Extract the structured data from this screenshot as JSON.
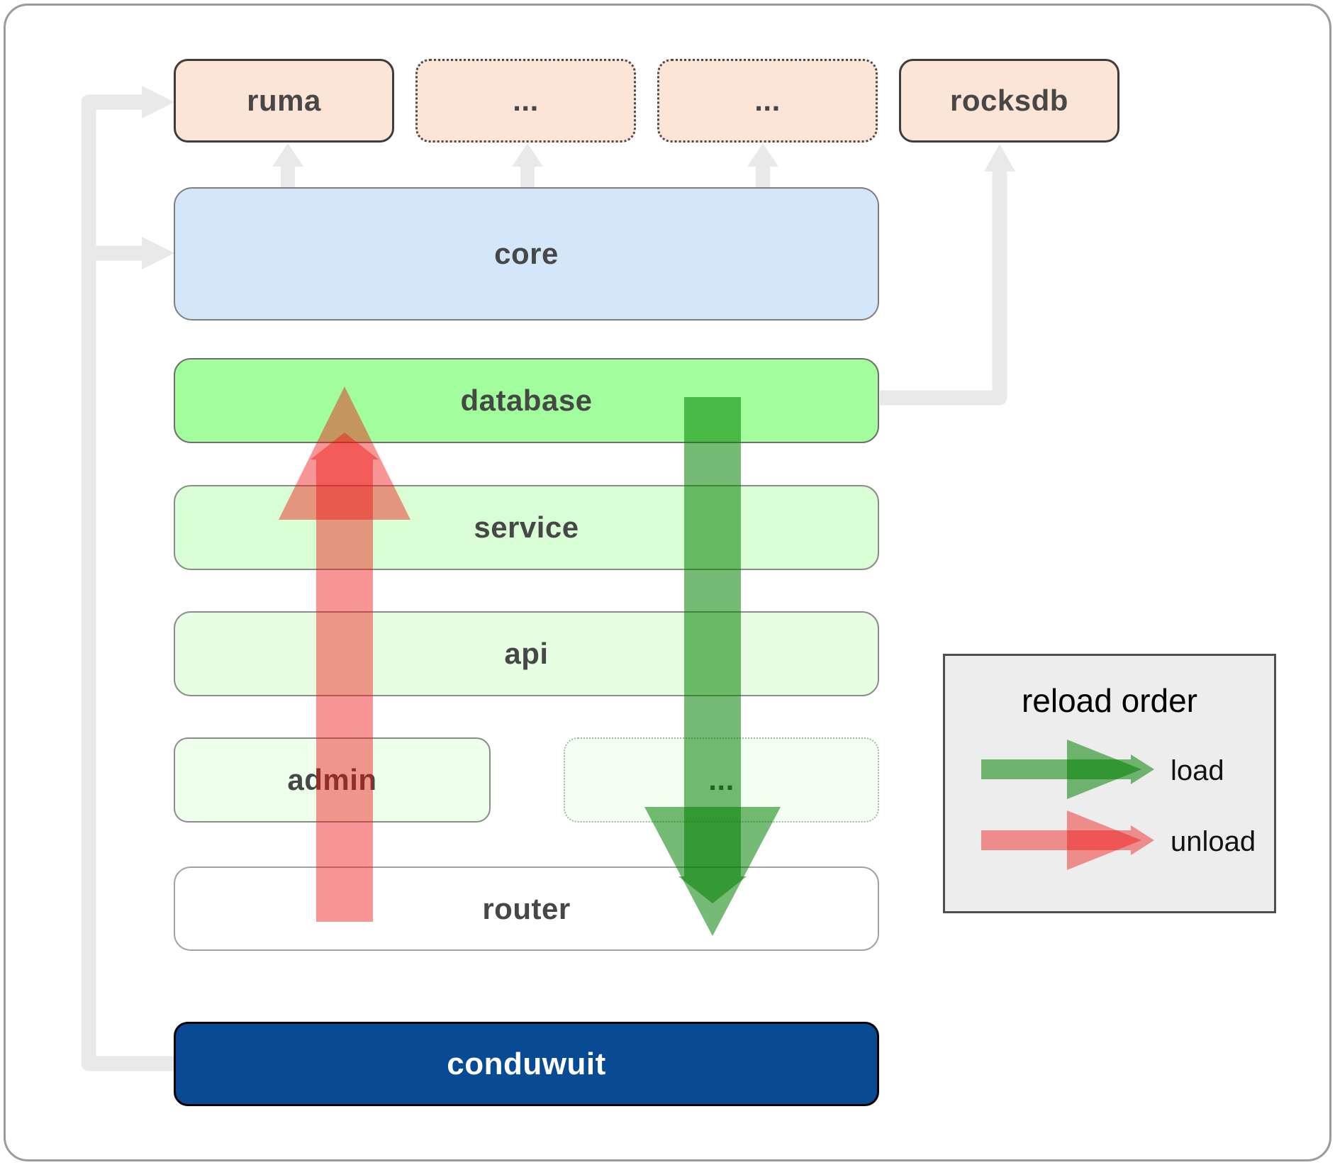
{
  "boxes": {
    "ruma": "ruma",
    "dep_ellipsis_1": "...",
    "dep_ellipsis_2": "...",
    "rocksdb": "rocksdb",
    "core": "core",
    "database": "database",
    "service": "service",
    "api": "api",
    "admin": "admin",
    "service_ellipsis": "...",
    "router": "router",
    "conduwuit": "conduwuit"
  },
  "legend": {
    "title": "reload order",
    "items": [
      {
        "label": "load",
        "color": "#008000"
      },
      {
        "label": "unload",
        "color": "#ee1111"
      }
    ]
  },
  "colors": {
    "dependency_box": "#fce5d6",
    "core_box": "#d3e6fa",
    "database_box": "#a2fe9c",
    "service_box": "#d9fdd4",
    "api_box": "#e7fee3",
    "admin_box": "#eeffec",
    "ellipsis_box": "#f3fff1",
    "router_box": "#ffffff",
    "conduwuit_box": "#084a94",
    "conduwuit_text": "#ffffff",
    "connector_gray": "#e9e9e9",
    "load_arrow": "#008000",
    "unload_arrow": "#ee1111",
    "legend_bg": "#ededed",
    "label_text": "#474747"
  }
}
